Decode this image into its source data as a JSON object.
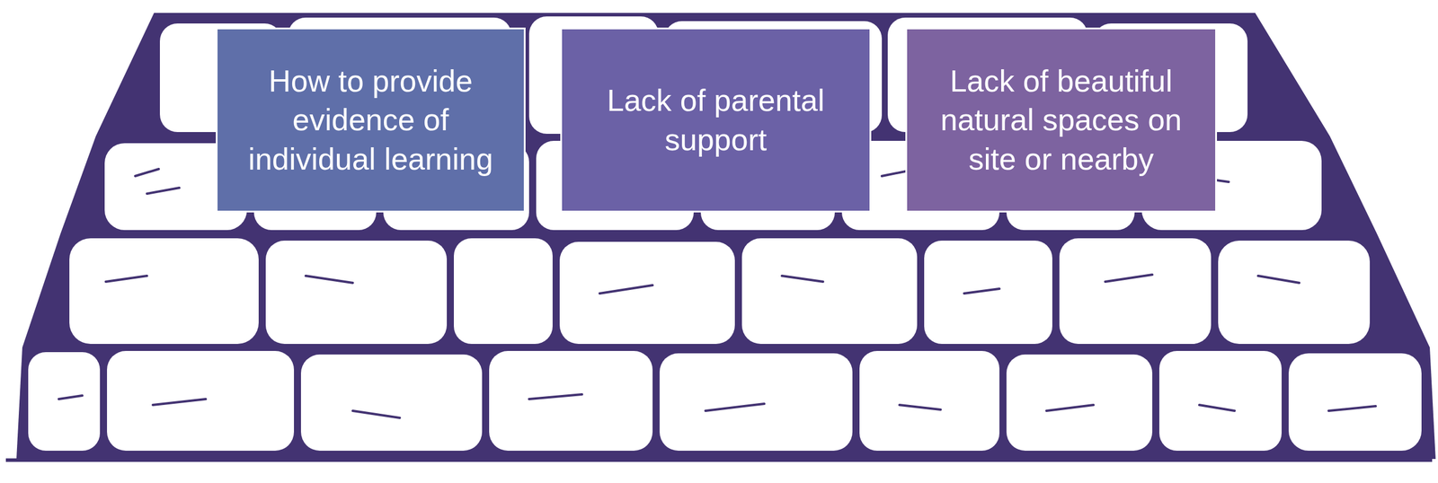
{
  "diagram": {
    "nodes": [
      {
        "text": [
          "How to provide evidence of individual learning"
        ]
      },
      {
        "text": [
          "Lack of parental support"
        ]
      },
      {
        "text": [
          "Lack of beautiful natural spaces on site or nearby"
        ]
      }
    ]
  }
}
